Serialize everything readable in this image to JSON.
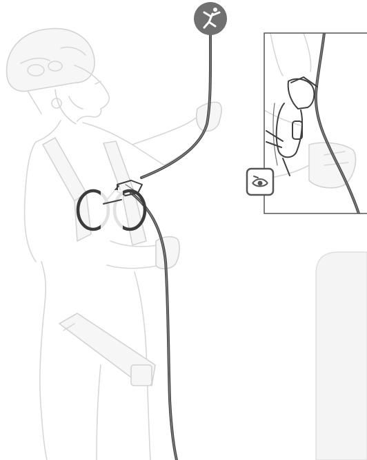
{
  "illustration": {
    "main_figure": "climber-with-helmet-and-harness",
    "anchor_icon": "climber-icon",
    "inset_detail": "rope-clamp-closeup",
    "eye_icon": "eye-icon",
    "blank_panel": "empty-rounded-panel"
  },
  "colors": {
    "background": "#ffffff",
    "faint_line": "#d7d7d7",
    "rope": "#4a4a4a",
    "anchor_disc": "#707070",
    "panel_fill": "#f4f4f4",
    "inset_border": "#555555"
  }
}
